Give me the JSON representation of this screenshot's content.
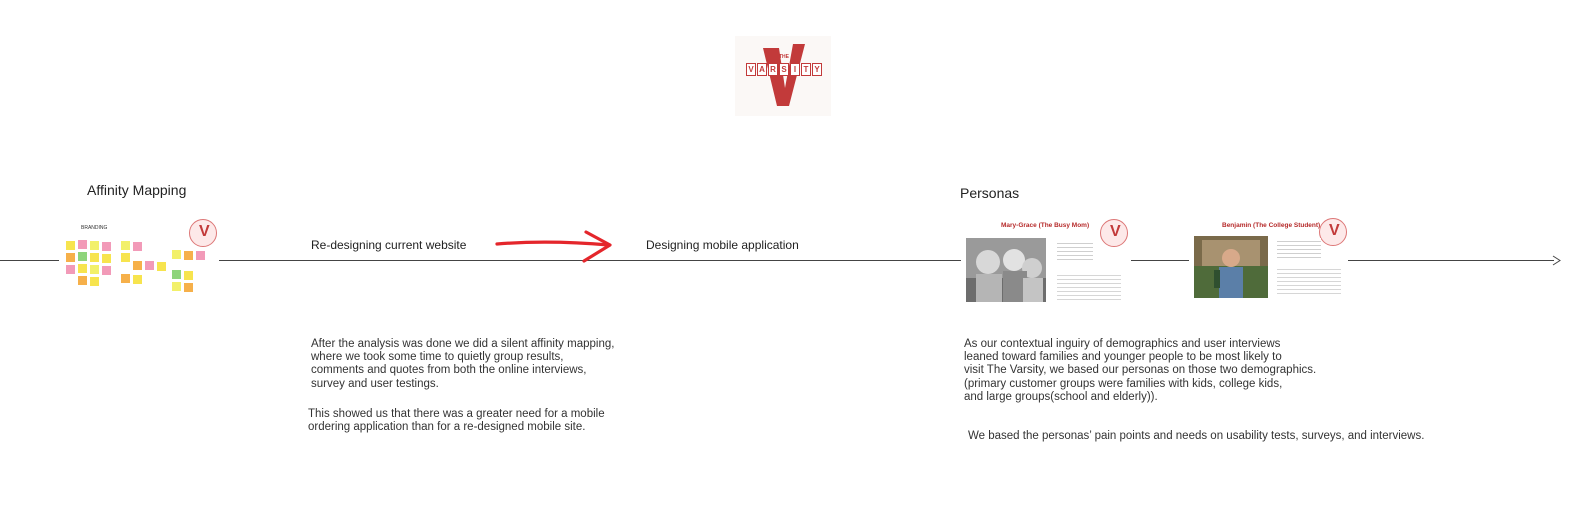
{
  "logo": {
    "small_word": "THE",
    "letters": [
      "V",
      "A",
      "R",
      "S",
      "I",
      "T",
      "Y"
    ],
    "brand_color": "#c23a3a"
  },
  "affinity": {
    "heading": "Affinity Mapping",
    "board_title": "BRANDING",
    "note_colors": [
      "#f7e44e",
      "#f29ab8",
      "#8ed47b",
      "#f6b04a",
      "#f2f06a"
    ]
  },
  "phases": {
    "current": "Re-designing current website",
    "mobile": "Designing mobile application",
    "arrow_color": "#e4262b"
  },
  "affinity_text": {
    "p1": "After the analysis was done we did a silent affinity mapping,\nwhere we took some time to quietly group results,\ncomments and quotes from both the online interviews,\nsurvey and user testings.",
    "p2": "This showed us that there was a greater need for a mobile\nordering application than for a re-designed mobile site."
  },
  "personas": {
    "heading": "Personas",
    "cards": [
      {
        "title": "Mary-Grace (The Busy Mom)"
      },
      {
        "title": "Benjamin (The College Student)"
      }
    ],
    "p1": "As our contextual inguiry of demographics and user interviews\nleaned toward families and younger people to be most likely to\nvisit The Varsity, we based our personas on those two demographics.\n(primary customer groups were families with kids, college kids,\nand large groups(school and elderly)).",
    "p2": "We based the personas’ pain points and needs on usability tests, surveys, and interviews."
  }
}
